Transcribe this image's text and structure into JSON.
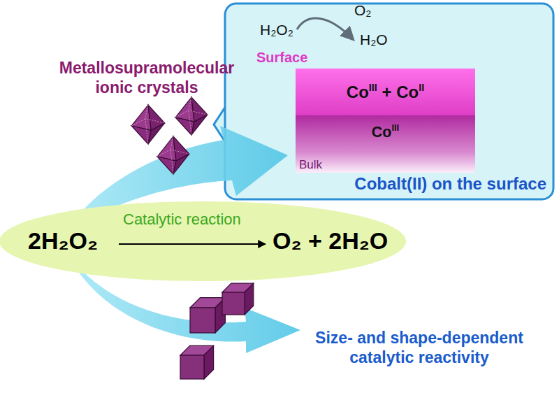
{
  "diagram": {
    "nodes": [
      {
        "text": [
          "Cobalt(II) on the surface"
        ]
      },
      {
        "text": [
          "Surface",
          "CoIII + CoII"
        ],
        "in": 0
      },
      {
        "text": [
          "CoIII",
          "Bulk"
        ],
        "in": 0
      },
      {
        "text": [
          "2H₂O₂",
          "Catalytic reaction",
          "O₂ + 2H₂O"
        ]
      }
    ],
    "labels": [
      "Metallosupramolecular ionic crystals",
      "H₂O₂",
      "O₂",
      "H₂O",
      "Size- and shape-dependent catalytic reactivity"
    ]
  }
}
